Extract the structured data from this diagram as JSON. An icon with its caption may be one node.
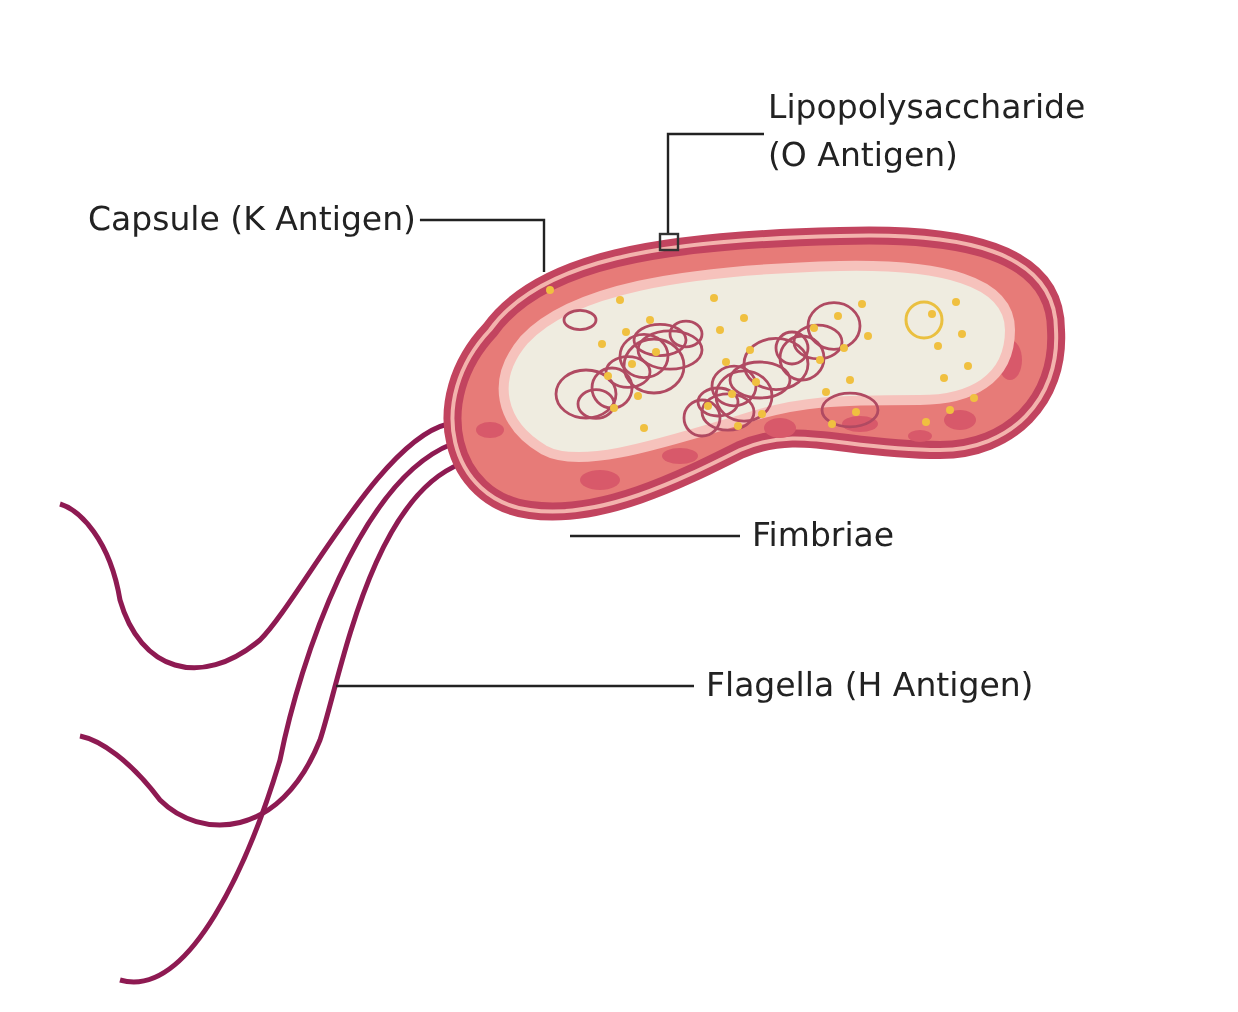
{
  "diagram": {
    "nodes": [
      {
        "text": [
          "Lipopolysaccharide (O Antigen)"
        ]
      },
      {
        "text": [
          "Capsule (K Antigen)"
        ]
      },
      {
        "text": [
          "Fimbriae"
        ]
      },
      {
        "text": [
          "Flagella (H Antigen)"
        ]
      },
      {
        "text": [],
        "shape": "box"
      }
    ],
    "edges": [
      {
        "from": 0,
        "to": 4,
        "arrow": "none"
      },
      {
        "from": 1,
        "to": null,
        "arrow": "none"
      },
      {
        "from": 2,
        "to": null,
        "arrow": "none"
      },
      {
        "from": 3,
        "to": null,
        "arrow": "none"
      }
    ]
  }
}
